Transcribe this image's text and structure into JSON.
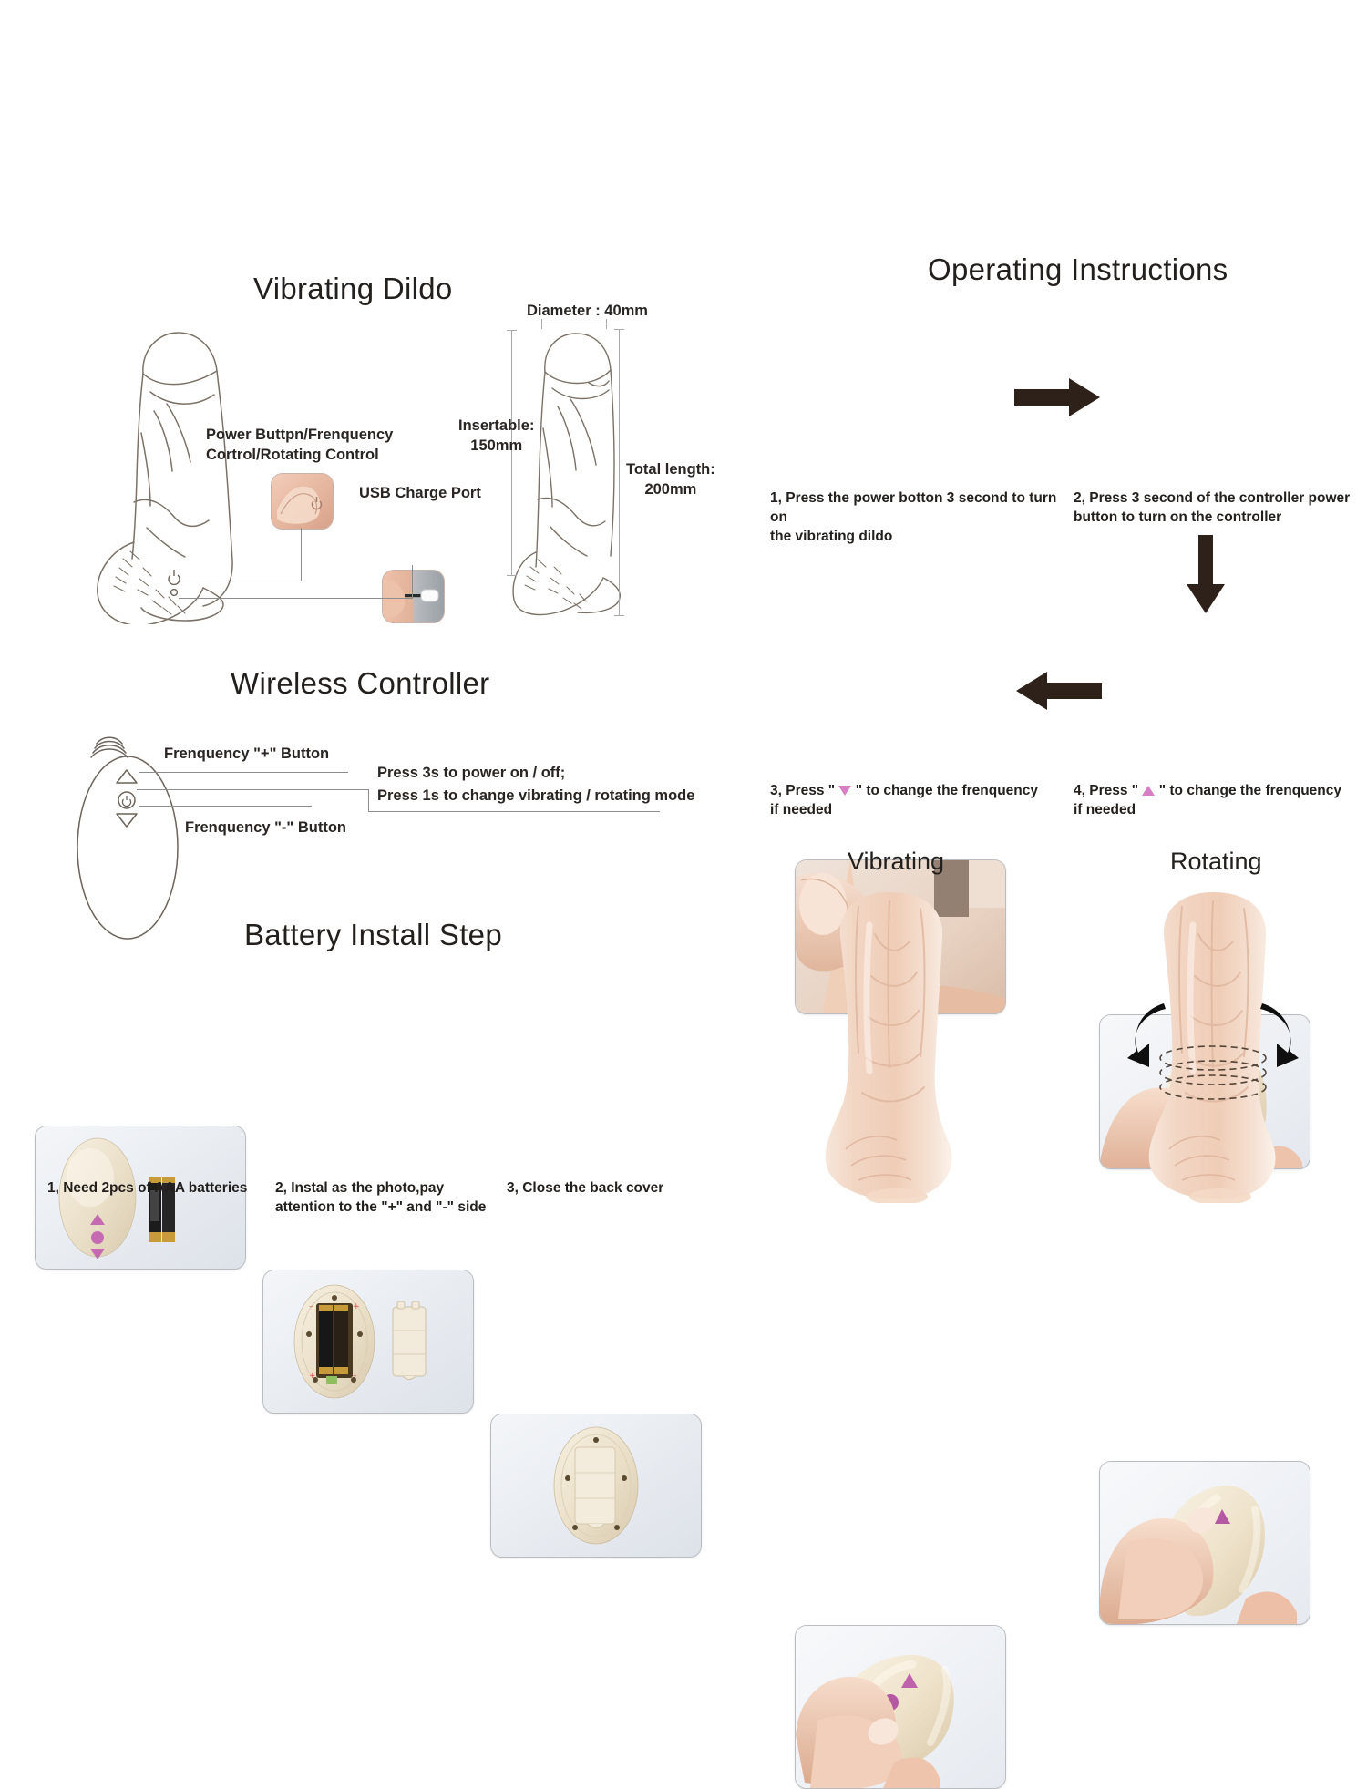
{
  "sections": {
    "product": {
      "title": "Vibrating Dildo",
      "callouts": {
        "power": "Power Buttpn/Frenquency\nCortrol/Rotating Control",
        "power_line1": "Power Buttpn/Frenquency",
        "power_line2": "Cortrol/Rotating Control",
        "usb": "USB Charge Port"
      },
      "dimensions": {
        "diameter": "Diameter : 40mm",
        "insertable_line1": "Insertable:",
        "insertable_line2": "150mm",
        "total_line1": "Total length:",
        "total_line2": "200mm"
      }
    },
    "controller": {
      "title": "Wireless Controller",
      "plus_label": "Frenquency \"+\" Button",
      "minus_label": "Frenquency \"-\" Button",
      "power_note_line1": "Press 3s to power on / off;",
      "power_note_line2": "Press 1s to change vibrating / rotating mode"
    },
    "battery": {
      "title": "Battery Install Step",
      "steps": [
        {
          "caption_line1": "1, Need 2pcs of AAA batteries",
          "caption_line2": ""
        },
        {
          "caption_line1": "2, Instal as the photo,pay",
          "caption_line2": "attention to the \"+\" and \"-\" side"
        },
        {
          "caption_line1": "3, Close the back cover",
          "caption_line2": ""
        }
      ]
    },
    "operating": {
      "title": "Operating Instructions",
      "steps": [
        {
          "caption_line1": "1, Press the power botton 3 second to turn on",
          "caption_line2": "the vibrating dildo"
        },
        {
          "caption_line1": "2, Press 3 second of the controller power",
          "caption_line2": "button to turn on the controller"
        },
        {
          "caption_pre": "3, Press \" ",
          "caption_post": " \" to change the frenquency",
          "caption_line2": "if needed",
          "glyph": "triangle-down-purple"
        },
        {
          "caption_pre": "4, Press \" ",
          "caption_post": " \" to change the frenquency",
          "caption_line2": "if needed",
          "glyph": "triangle-up-purple"
        }
      ]
    },
    "modes": {
      "vibrating_label": "Vibrating",
      "rotating_label": "Rotating"
    }
  },
  "colors": {
    "purple_button": "#bd62ab",
    "purple_inline": "#d77fc4",
    "arrow_dark": "#2e2119",
    "line_gray": "#8d8d8d",
    "text": "#231f1c",
    "photo_bg": "#e4e8ee",
    "skin": "#f0d2bd",
    "controller_body": "#eee3cf"
  }
}
